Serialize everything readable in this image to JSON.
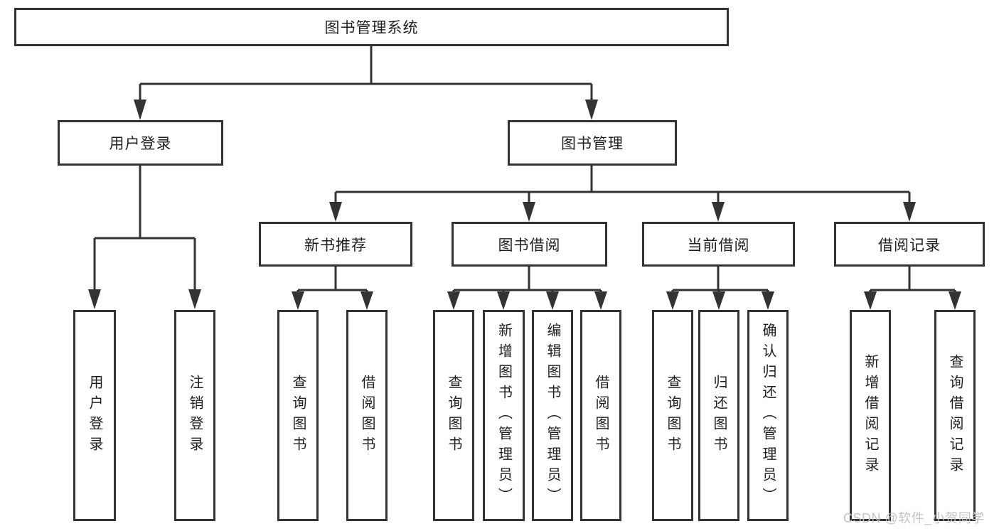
{
  "tree": {
    "root": "图书管理系统",
    "branches": [
      {
        "label": "用户登录",
        "children": [
          "用户登录",
          "注销登录"
        ]
      },
      {
        "label": "图书管理",
        "groups": [
          {
            "label": "新书推荐",
            "children": [
              "查询图书",
              "借阅图书"
            ]
          },
          {
            "label": "图书借阅",
            "children": [
              "查询图书",
              "新增图书（管理员）",
              "编辑图书（管理员）",
              "借阅图书"
            ]
          },
          {
            "label": "当前借阅",
            "children": [
              "查询图书",
              "归还图书",
              "确认归还（管理员）"
            ]
          },
          {
            "label": "借阅记录",
            "children": [
              "新增借阅记录",
              "查询借阅记录"
            ]
          }
        ]
      }
    ]
  },
  "watermark": {
    "text": "CSDN @软件_小贺同学",
    "color": "#c2c3c6"
  },
  "colors": {
    "line": "#333333",
    "box_border": "#333333",
    "box_background": "#ffffff",
    "text": "#1f1f1f",
    "page_background": "#ffffff"
  }
}
